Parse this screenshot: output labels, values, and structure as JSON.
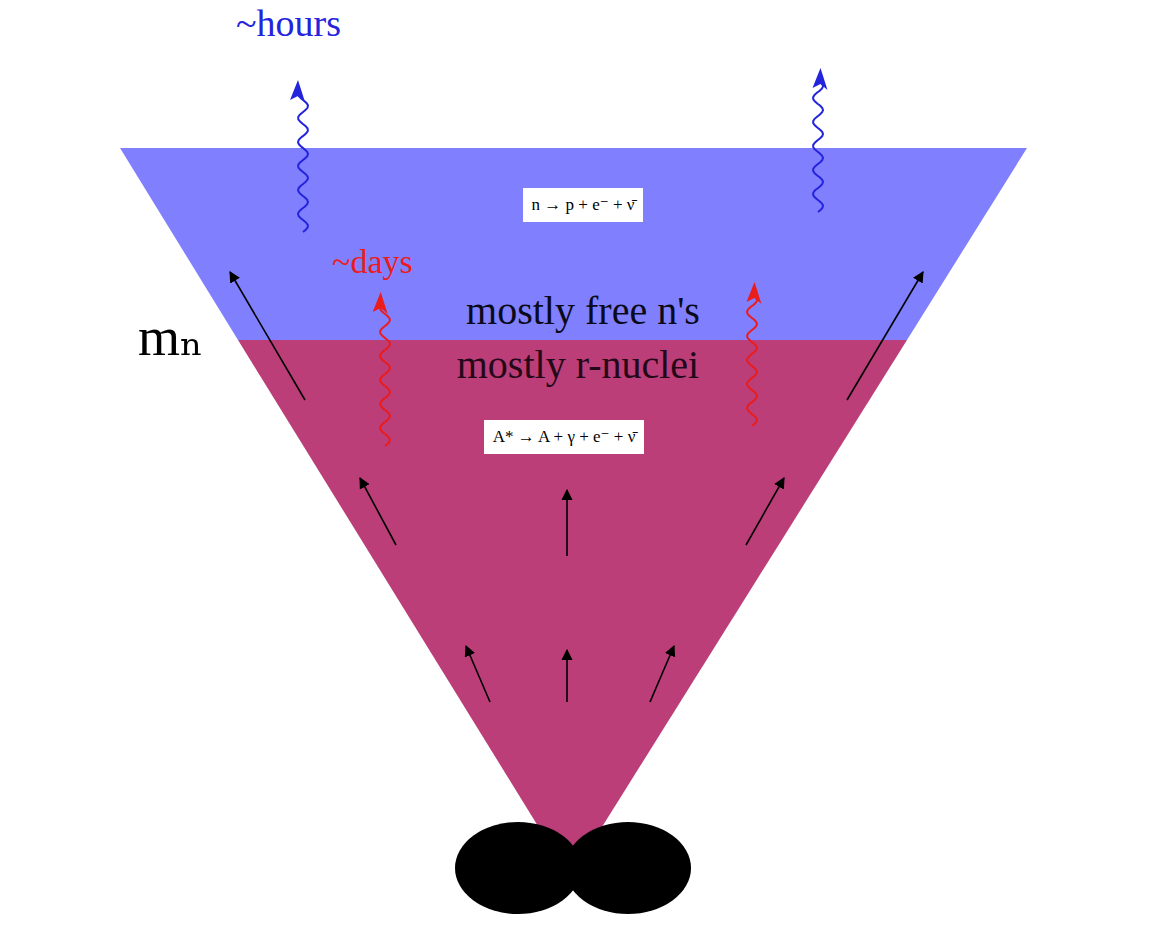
{
  "diagram": {
    "nodes": [
      {
        "text": [
          "mostly free n's"
        ]
      },
      {
        "text": [
          "n → p + e⁻ + ν̄"
        ],
        "in": 0
      },
      {
        "text": [
          "mostly r-nuclei"
        ]
      },
      {
        "text": [
          "A* → A + γ + e⁻ + ν̄"
        ],
        "in": 2
      }
    ],
    "labels": [
      "~hours",
      "~days",
      "mₙ"
    ]
  }
}
